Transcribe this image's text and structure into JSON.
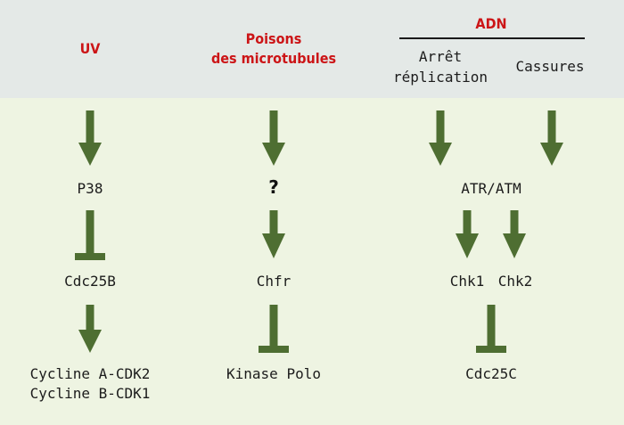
{
  "colors": {
    "header_band": "#e4e9e7",
    "body_band": "#eef4e2",
    "arrow": "#4e6e32",
    "title_red": "#cc1517"
  },
  "headers": {
    "uv": "UV",
    "poisons": "Poisons\ndes microtubules",
    "adn": "ADN",
    "adn_sub_left": "Arrêt\nréplication",
    "adn_sub_right": "Cassures"
  },
  "pathways": {
    "uv": {
      "level1": "P38",
      "level2": "Cdc25B",
      "level3": "Cycline A-CDK2\nCycline B-CDK1"
    },
    "microtubules": {
      "level1": "?",
      "level2": "Chfr",
      "level3": "Kinase Polo"
    },
    "adn": {
      "level1": "ATR/ATM",
      "level2a": "Chk1",
      "level2b": "Chk2",
      "level3": "Cdc25C"
    }
  },
  "edges": [
    {
      "from": "UV",
      "to": "P38",
      "kind": "activation"
    },
    {
      "from": "P38",
      "to": "Cdc25B",
      "kind": "inhibition"
    },
    {
      "from": "Cdc25B",
      "to": "Cycline A-CDK2 / Cycline B-CDK1",
      "kind": "activation"
    },
    {
      "from": "Poisons des microtubules",
      "to": "?",
      "kind": "activation"
    },
    {
      "from": "?",
      "to": "Chfr",
      "kind": "activation"
    },
    {
      "from": "Chfr",
      "to": "Kinase Polo",
      "kind": "inhibition"
    },
    {
      "from": "Arrêt réplication",
      "to": "ATR/ATM",
      "kind": "activation"
    },
    {
      "from": "Cassures",
      "to": "ATR/ATM",
      "kind": "activation"
    },
    {
      "from": "ATR/ATM",
      "to": "Chk1",
      "kind": "activation"
    },
    {
      "from": "ATR/ATM",
      "to": "Chk2",
      "kind": "activation"
    },
    {
      "from": "Chk1 / Chk2",
      "to": "Cdc25C",
      "kind": "inhibition"
    }
  ]
}
